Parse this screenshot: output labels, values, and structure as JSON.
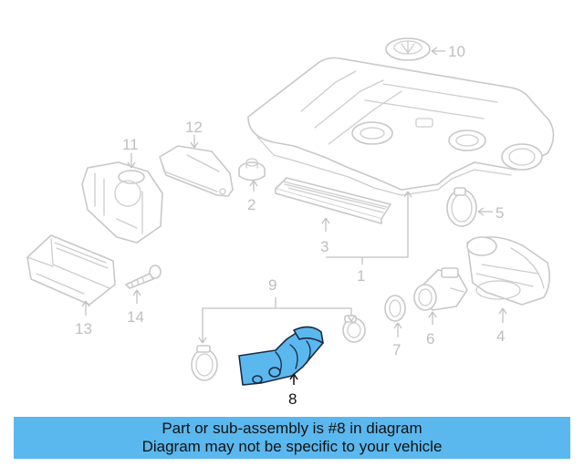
{
  "diagram": {
    "callouts": {
      "c1": "1",
      "c2": "2",
      "c3": "3",
      "c4": "4",
      "c5": "5",
      "c6": "6",
      "c7": "7",
      "c8": "8",
      "c9": "9",
      "c10": "10",
      "c11": "11",
      "c12": "12",
      "c13": "13",
      "c14": "14"
    },
    "highlighted_part": "8",
    "highlight_color": "#5bb8ee"
  },
  "banner": {
    "line1": "Part or sub-assembly is #8 in diagram",
    "line2": "Diagram may not be specific to your vehicle",
    "color": "#5bb8ee"
  }
}
